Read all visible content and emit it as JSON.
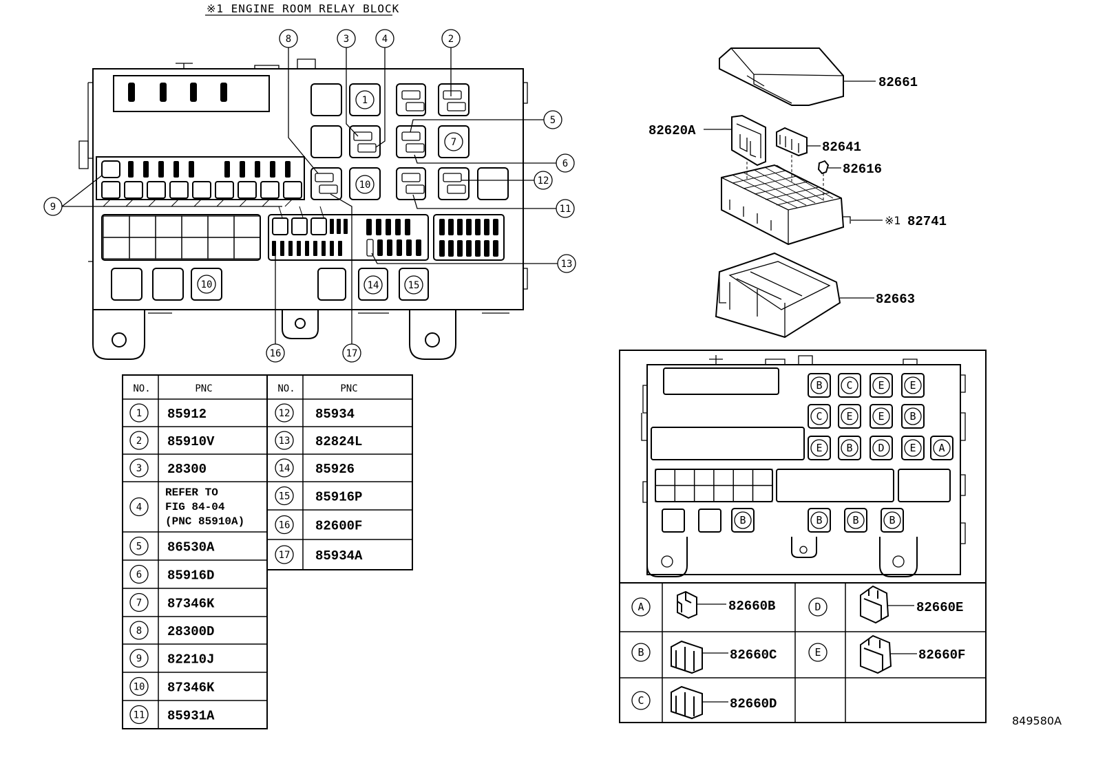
{
  "diagram_title": "※1 ENGINE ROOM RELAY BLOCK",
  "table_headers": {
    "no": "NO.",
    "pnc": "PNC"
  },
  "parts_table_left": [
    {
      "no": "1",
      "pnc": "85912"
    },
    {
      "no": "2",
      "pnc": "85910V"
    },
    {
      "no": "3",
      "pnc": "28300"
    },
    {
      "no": "4",
      "pnc_lines": [
        "REFER TO",
        "FIG 84-04",
        "(PNC 85910A)"
      ]
    },
    {
      "no": "5",
      "pnc": "86530A"
    },
    {
      "no": "6",
      "pnc": "85916D"
    },
    {
      "no": "7",
      "pnc": "87346K"
    },
    {
      "no": "8",
      "pnc": "28300D"
    },
    {
      "no": "9",
      "pnc": "82210J"
    },
    {
      "no": "10",
      "pnc": "87346K"
    },
    {
      "no": "11",
      "pnc": "85931A"
    }
  ],
  "parts_table_right": [
    {
      "no": "12",
      "pnc": "85934"
    },
    {
      "no": "13",
      "pnc": "82824L"
    },
    {
      "no": "14",
      "pnc": "85926"
    },
    {
      "no": "15",
      "pnc": "85916P"
    },
    {
      "no": "16",
      "pnc": "82600F"
    },
    {
      "no": "17",
      "pnc": "85934A"
    }
  ],
  "relay_block_callouts": [
    "1",
    "2",
    "3",
    "4",
    "5",
    "6",
    "7",
    "8",
    "9",
    "10",
    "11",
    "12",
    "13",
    "14",
    "15",
    "16",
    "17"
  ],
  "exploded_parts": [
    {
      "pnc": "82661"
    },
    {
      "pnc": "82620A"
    },
    {
      "pnc": "82641"
    },
    {
      "pnc": "82616"
    },
    {
      "pnc": "82741",
      "prefix": "※1"
    },
    {
      "pnc": "82663"
    }
  ],
  "connector_grid": {
    "row1": [
      "B",
      "C",
      "E",
      "E"
    ],
    "row2": [
      "C",
      "E",
      "E",
      "B"
    ],
    "row3": [
      "E",
      "B",
      "D",
      "E",
      "A"
    ],
    "bottom_left": [
      "B"
    ],
    "bottom_right": [
      "B",
      "B",
      "B"
    ]
  },
  "connector_legend": [
    {
      "letter": "A",
      "pnc": "82660B"
    },
    {
      "letter": "B",
      "pnc": "82660C"
    },
    {
      "letter": "C",
      "pnc": "82660D"
    },
    {
      "letter": "D",
      "pnc": "82660E"
    },
    {
      "letter": "E",
      "pnc": "82660F"
    }
  ],
  "figure_ref": "849580A"
}
